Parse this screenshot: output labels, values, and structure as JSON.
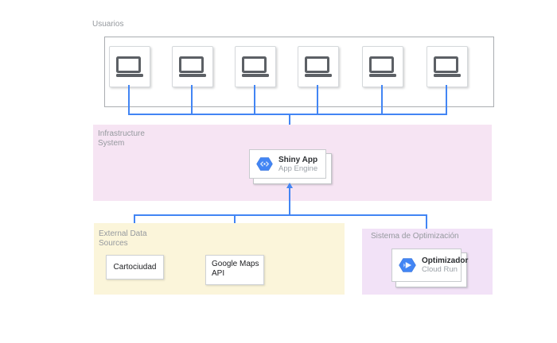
{
  "zones": {
    "usuarios": {
      "label": "Usuarios"
    },
    "infrastructure": {
      "label": "Infrastructure\nSystem"
    },
    "external_data": {
      "label": "External Data\nSources"
    },
    "optimizacion": {
      "label": "Sistema de Optimización"
    }
  },
  "nodes": {
    "shiny_app": {
      "title": "Shiny App",
      "subtitle": "App Engine",
      "icon": "app-engine-hexagon"
    },
    "cartociudad": {
      "label": "Cartociudad"
    },
    "google_maps": {
      "label": "Google Maps\nAPI"
    },
    "optimizador": {
      "title": "Optimizador",
      "subtitle": "Cloud Run",
      "icon": "cloud-run-hexagon"
    }
  },
  "users": {
    "laptop_count": 6,
    "icon": "laptop"
  },
  "colors": {
    "connector_blue": "#4285f4",
    "zone_infrastructure_bg": "#f6e4f3",
    "zone_external_bg": "#fbf5da",
    "zone_optimizacion_bg": "#f2e2f7",
    "zone_label_gray": "#95999e",
    "icon_blue": "#4285f4"
  }
}
